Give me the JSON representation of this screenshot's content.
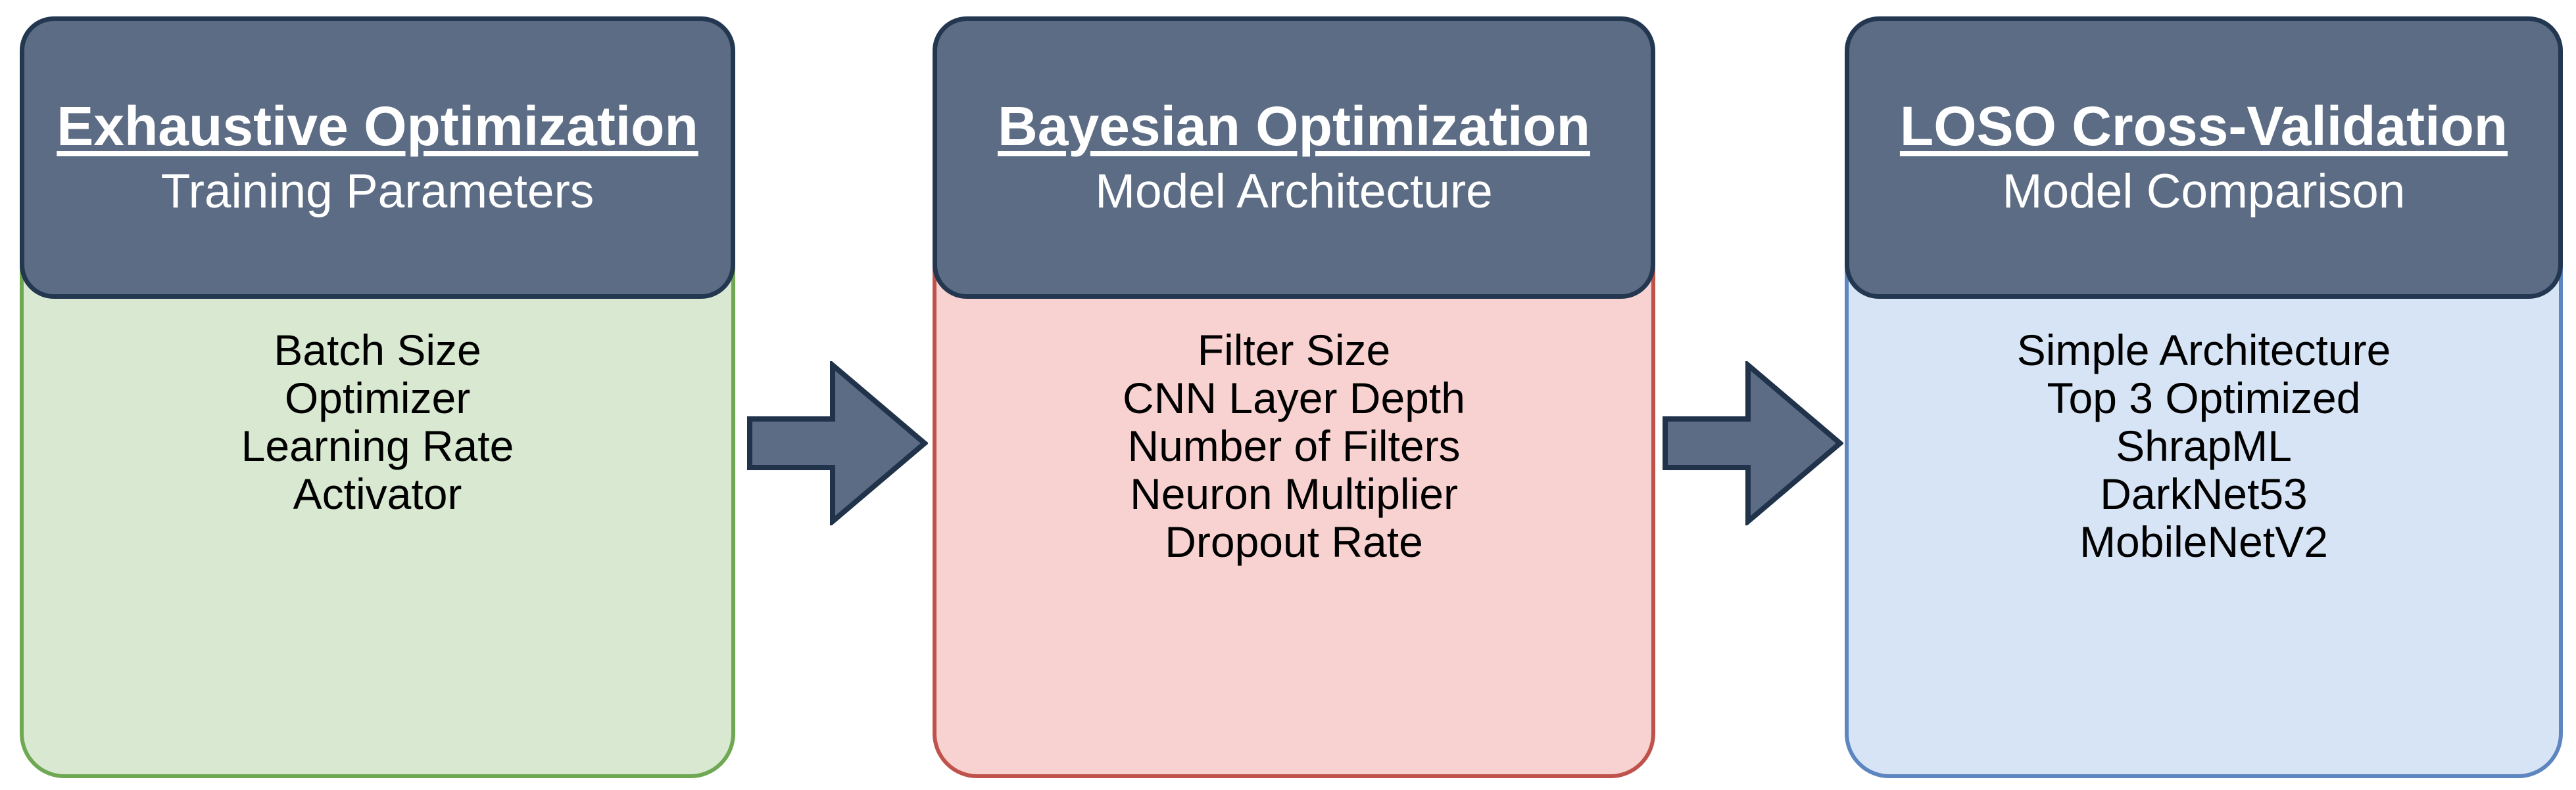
{
  "diagram": {
    "description_colors": {
      "background": "#ffffff",
      "header_fill": "#5b6c84",
      "header_border": "#233750",
      "header_text": "#ffffff",
      "body_text": "#000000",
      "arrow_fill": "#5b6c84",
      "arrow_border": "#20334a"
    }
  },
  "columns": [
    {
      "header": {
        "title": "Exhaustive Optimization",
        "subtitle": "Training Parameters"
      },
      "items": [
        "Batch Size",
        "Optimizer",
        "Learning Rate",
        "Activator"
      ],
      "colors": {
        "body_fill": "#d9e8d1",
        "body_border": "#6fa853"
      }
    },
    {
      "header": {
        "title": "Bayesian Optimization",
        "subtitle": "Model Architecture"
      },
      "items": [
        "Filter Size",
        "CNN Layer Depth",
        "Number of Filters",
        "Neuron Multiplier",
        "Dropout Rate"
      ],
      "colors": {
        "body_fill": "#f8d2d0",
        "body_border": "#c0524c"
      }
    },
    {
      "header": {
        "title": "LOSO Cross-Validation",
        "subtitle": "Model Comparison"
      },
      "items": [
        "Simple Architecture",
        "Top 3 Optimized",
        "ShrapML",
        "DarkNet53",
        "MobileNetV2"
      ],
      "colors": {
        "body_fill": "#d7e4f5",
        "body_border": "#5d85c0"
      }
    }
  ],
  "arrows": [
    {
      "name": "arrow-stage1-to-stage2",
      "direction": "right"
    },
    {
      "name": "arrow-stage2-to-stage3",
      "direction": "right"
    }
  ]
}
